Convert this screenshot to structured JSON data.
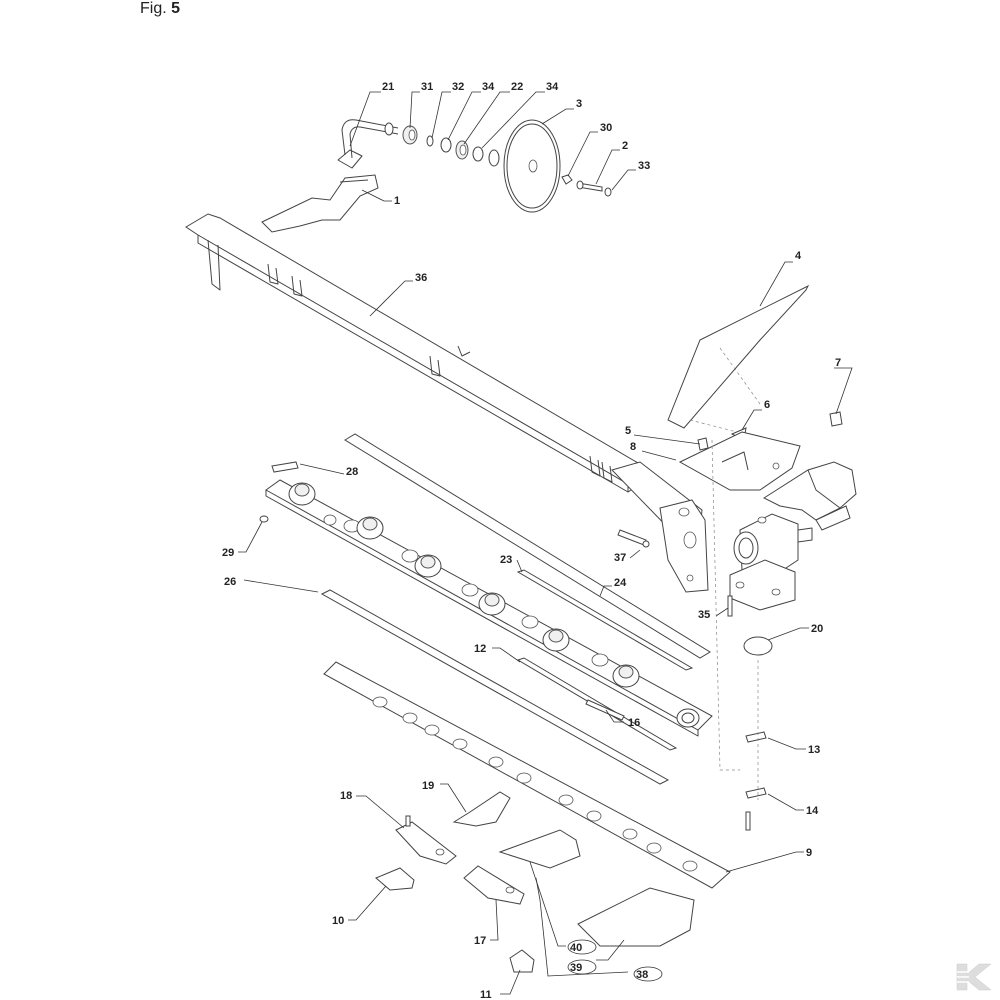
{
  "figure": {
    "prefix": "Fig.",
    "number": "5"
  },
  "callouts": {
    "c21": "21",
    "c31": "31",
    "c32": "32",
    "c34a": "34",
    "c22": "22",
    "c34b": "34",
    "c3": "3",
    "c30": "30",
    "c2": "2",
    "c33": "33",
    "c1": "1",
    "c36": "36",
    "c4": "4",
    "c7": "7",
    "c6": "6",
    "c5": "5",
    "c8": "8",
    "c28": "28",
    "c29": "29",
    "c37": "37",
    "c23": "23",
    "c24": "24",
    "c26": "26",
    "c35": "35",
    "c20": "20",
    "c12": "12",
    "c16": "16",
    "c13": "13",
    "c14": "14",
    "c19": "19",
    "c18": "18",
    "c9": "9",
    "c10": "10",
    "c17": "17",
    "c40": "40",
    "c39": "39",
    "c38": "38",
    "c11": "11"
  },
  "logo": {
    "icon": "brand-k-logo-icon",
    "color": "#dddddd"
  }
}
